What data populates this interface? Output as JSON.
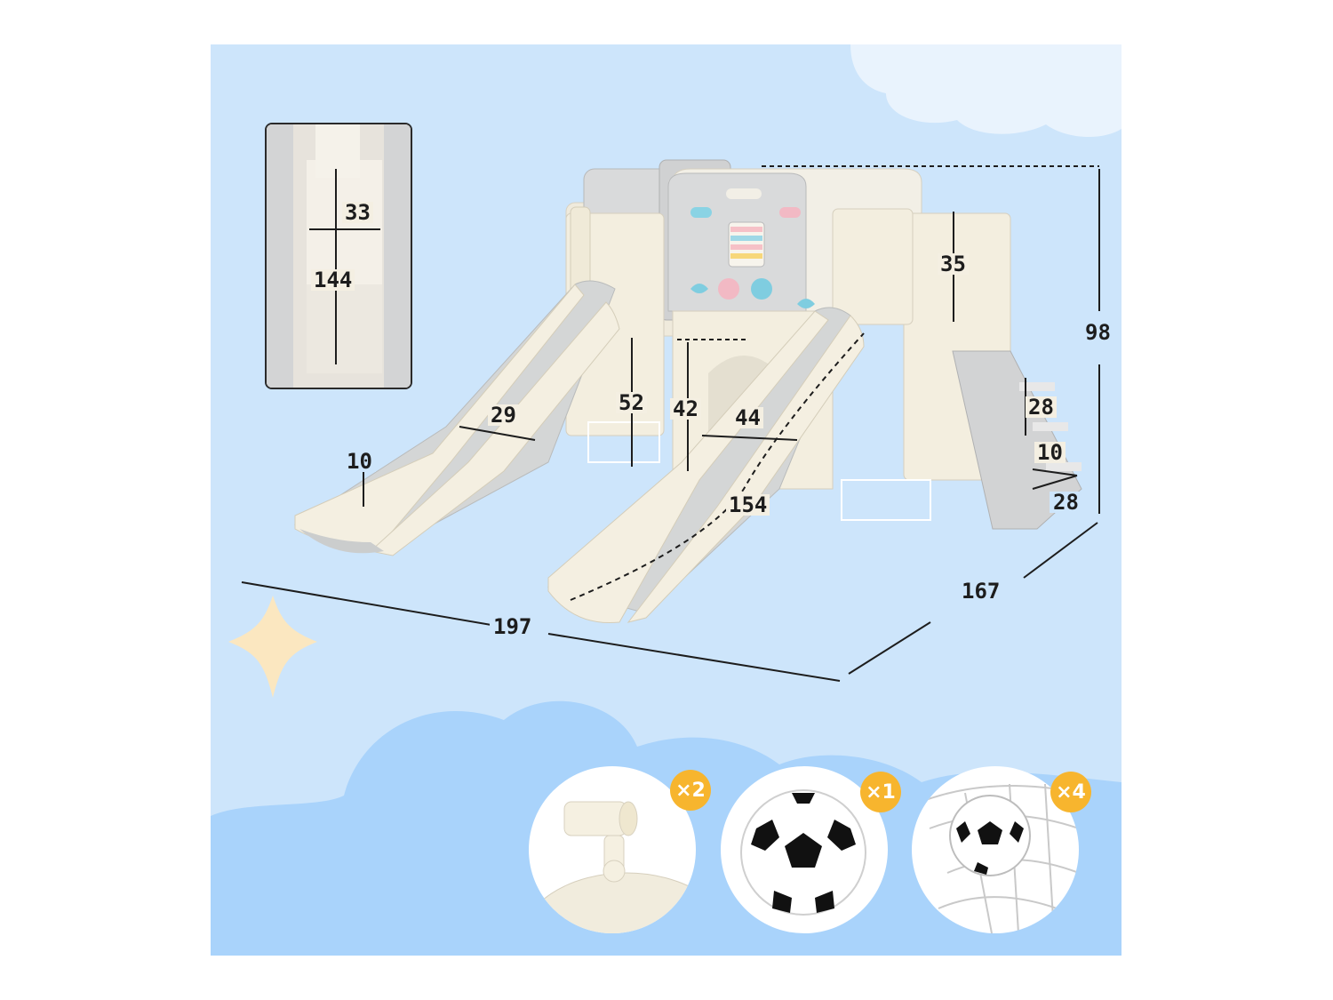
{
  "dimensions": {
    "overall_width": "197",
    "overall_depth": "167",
    "overall_height": "98",
    "slide_left_width": "29",
    "slide_left_rail": "10",
    "platform_height": "52",
    "tunnel_height": "42",
    "slide_right_width": "44",
    "slide_right_length": "154",
    "fence_height": "35",
    "step_height": "28",
    "step_depth": "10",
    "step_width": "28",
    "inset_width": "33",
    "inset_length": "144"
  },
  "accessories": [
    {
      "icon": "telescope-icon",
      "count": "×2"
    },
    {
      "icon": "soccer-ball-icon",
      "count": "×1"
    },
    {
      "icon": "soccer-net-icon",
      "count": "×4"
    }
  ],
  "colors": {
    "background": "#cde5fb",
    "cloud": "#a9d3fb",
    "slide_grey": "#cfd1d1",
    "frame_cream": "#f4efe2",
    "badge": "#f7b52e"
  }
}
